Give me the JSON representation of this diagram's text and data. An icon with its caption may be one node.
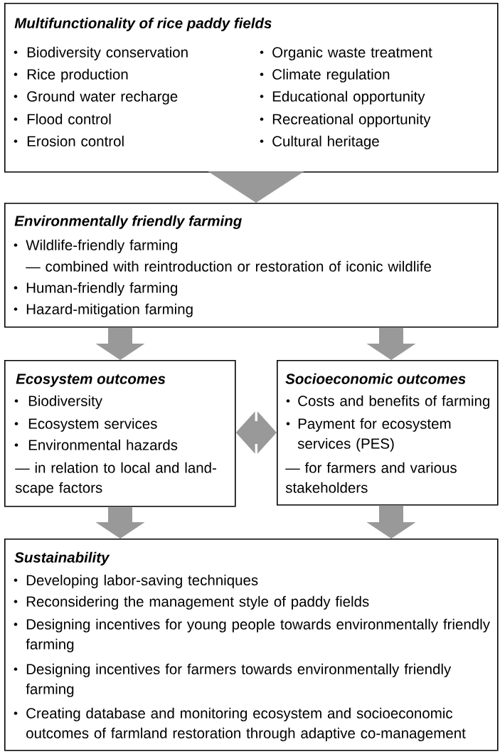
{
  "diagram": {
    "nodes": [
      {
        "text": [
          "Multifunctionality of rice paddy fields",
          "Biodiversity conservation",
          "Rice production",
          "Ground water recharge",
          "Flood control",
          "Erosion control",
          "Organic waste treatment",
          "Climate regulation",
          "Educational opportunity",
          "Recreational opportunity",
          "Cultural heritage"
        ]
      },
      {
        "text": [
          "Environmentally friendly farming",
          "Wildlife-friendly farming",
          "— combined with reintroduction or restoration of iconic wildlife",
          "Human-friendly farming",
          "Hazard-mitigation farming"
        ]
      },
      {
        "text": [
          "Ecosystem outcomes",
          "Biodiversity",
          "Ecosystem services",
          "Environmental hazards",
          "— in relation to local and land-scape factors"
        ]
      },
      {
        "text": [
          "Socioeconomic outcomes",
          "Costs and benefits of farming",
          "Payment for ecosystem services (PES)",
          "— for farmers and various stakeholders"
        ]
      },
      {
        "text": [
          "Sustainability",
          "Developing labor-saving techniques",
          "Reconsidering the management style of paddy fields",
          "Designing incentives for young people towards environmentally friendly farming",
          "Designing incentives for farmers towards environmentally friendly farming",
          "Creating database and monitoring ecosystem and socioeconomic outcomes of farmland restoration through adaptive co-management"
        ]
      }
    ],
    "edges": [
      {
        "from": 0,
        "to": 1,
        "arrow": "to"
      },
      {
        "from": 1,
        "to": 2,
        "arrow": "to"
      },
      {
        "from": 1,
        "to": 3,
        "arrow": "to"
      },
      {
        "from": 2,
        "to": 3,
        "arrow": "both"
      },
      {
        "from": 2,
        "to": 4,
        "arrow": "to"
      },
      {
        "from": 3,
        "to": 4,
        "arrow": "to"
      }
    ]
  }
}
